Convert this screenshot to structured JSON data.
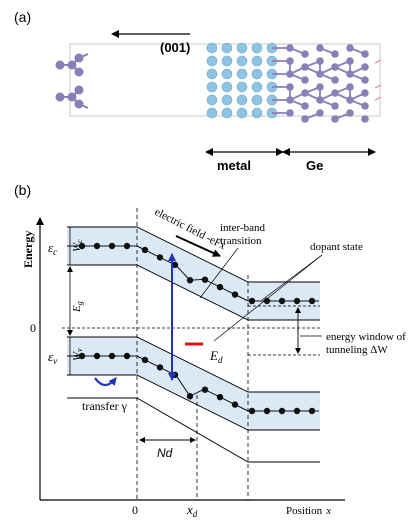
{
  "panel_a": {
    "label": "(a)",
    "direction": "(001)",
    "metal_label": "metal",
    "ge_label": "Ge"
  },
  "panel_b": {
    "label": "(b)",
    "y_axis_label": "Energy",
    "x_axis_label": "Position",
    "x_symbol": "x",
    "origin_x": "0",
    "xd_base": "x",
    "xd_sub": "d",
    "zero_level": "0",
    "ec_base": "ε",
    "ec_sub": "c",
    "ev_base": "ε",
    "ev_sub": "v",
    "wc_base": "W",
    "wc_sub": "c",
    "eg_base": "E",
    "eg_sub": "g",
    "wv_base": "W",
    "wv_sub": "v",
    "ed_base": "E",
    "ed_sub": "d",
    "nd_label": "Nd",
    "transfer_label": "transfer γ",
    "field_label": "electric field -eFx",
    "interband_line1": "inter-band",
    "interband_line2": "transition",
    "dopant_label": "dopant state",
    "window_line1": "energy window of",
    "window_line2": "tunneling ΔW"
  },
  "colors": {
    "band_fill": "#dbe8f5",
    "metal_atom": "#8fc3e3",
    "ge_atom": "#8a7fb7",
    "transition_arrow": "#2233bb",
    "dopant_level": "#dd1111"
  }
}
